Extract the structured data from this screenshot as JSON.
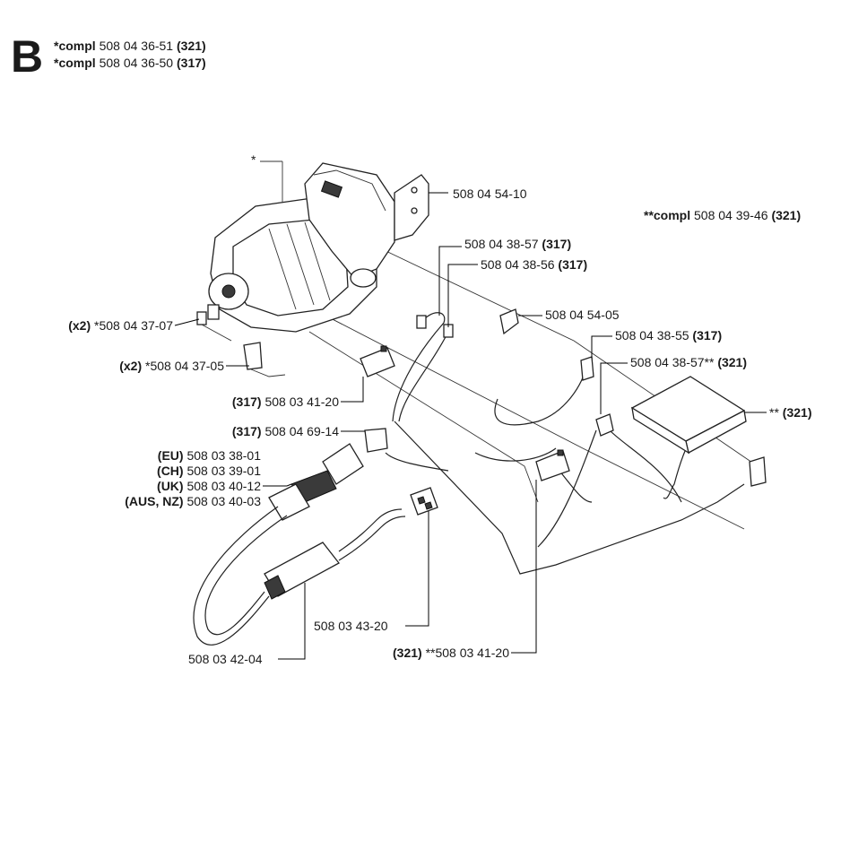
{
  "section": "B",
  "header": [
    {
      "prefix": "*compl",
      "number": "508 04 36-51",
      "model": "(321)"
    },
    {
      "prefix": "*compl",
      "number": "508 04 36-50",
      "model": "(317)"
    }
  ],
  "labels": {
    "motor_star": "*",
    "bracket": {
      "number": "508 04 54-10"
    },
    "compl_321": {
      "prefix": "**compl",
      "number": "508 04 39-46",
      "model": "(321)"
    },
    "wire_a": {
      "number": "508 04 38-57",
      "model": "(317)"
    },
    "wire_b": {
      "number": "508 04 38-56",
      "model": "(317)"
    },
    "clip": {
      "number": "508 04 54-05"
    },
    "holder_317": {
      "number": "508 04 38-55",
      "model": "(317)"
    },
    "holder_321": {
      "number": "508 04 38-57**",
      "model": "(321)"
    },
    "box_321": {
      "prefix": "**",
      "model": "(321)"
    },
    "brush_holder": {
      "qty": "(x2)",
      "number": "*508 04 37-07"
    },
    "brush": {
      "qty": "(x2)",
      "number": "*508 04 37-05"
    },
    "switch_317": {
      "model": "(317)",
      "number": "508 03 41-20"
    },
    "relay_317": {
      "model": "(317)",
      "number": "508 04 69-14"
    },
    "plug_eu": {
      "region": "(EU)",
      "number": "508 03 38-01"
    },
    "plug_ch": {
      "region": "(CH)",
      "number": "508 03 39-01"
    },
    "plug_uk": {
      "region": "(UK)",
      "number": "508 03 40-12"
    },
    "plug_aus": {
      "region": "(AUS, NZ)",
      "number": "508 03 40-03"
    },
    "terminal": {
      "number": "508 03 43-20"
    },
    "switch_321": {
      "model": "(321)",
      "number": "**508 03 41-20"
    },
    "cable": {
      "number": "508 03 42-04"
    }
  }
}
